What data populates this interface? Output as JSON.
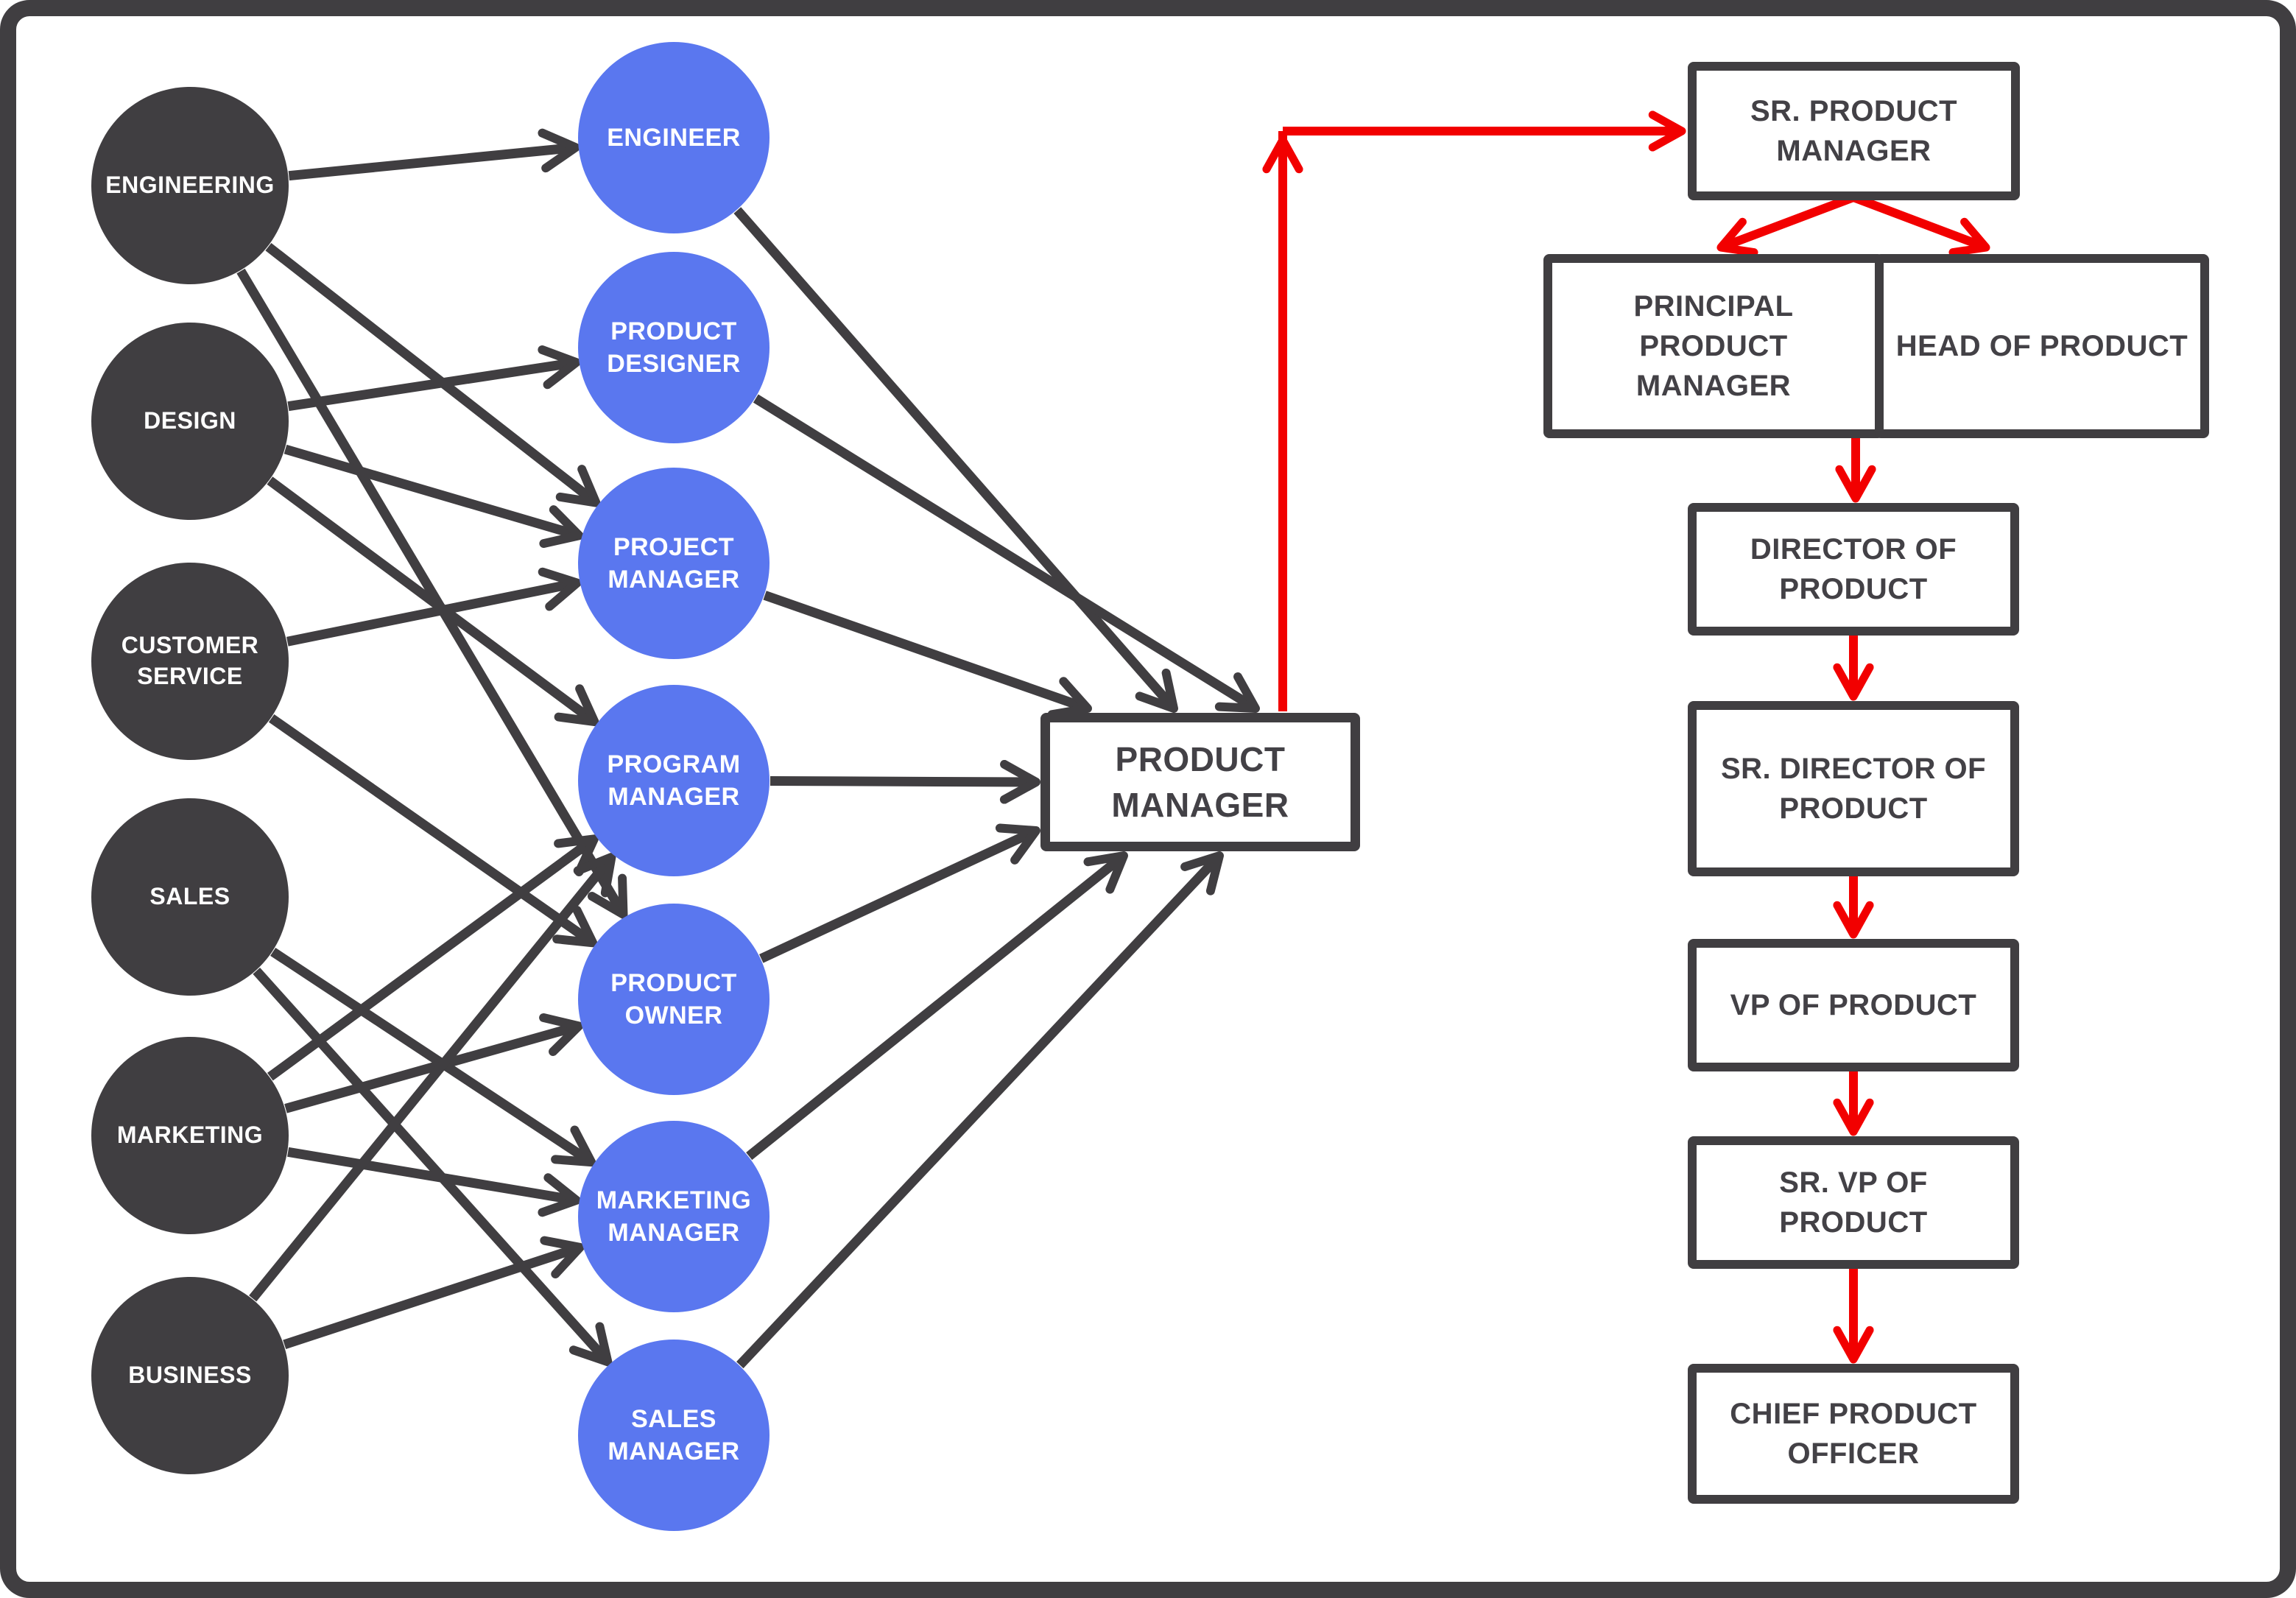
{
  "title": "Product manager career path diagram",
  "colors": {
    "dark": "#403e41",
    "blue": "#5a77ef",
    "red": "#f20000",
    "background": "#ffffff",
    "box_text": "#434146",
    "circle_text": "#ffffff"
  },
  "source_circles": [
    {
      "id": "engineering",
      "label": "ENGINEERING"
    },
    {
      "id": "design",
      "label": "DESIGN"
    },
    {
      "id": "customer_service",
      "label": "CUSTOMER SERVICE"
    },
    {
      "id": "sales",
      "label": "SALES"
    },
    {
      "id": "marketing",
      "label": "MARKETING"
    },
    {
      "id": "business",
      "label": "BUSINESS"
    }
  ],
  "role_circles": [
    {
      "id": "engineer",
      "label": "ENGINEER"
    },
    {
      "id": "product_designer",
      "label": "PRODUCT DESIGNER"
    },
    {
      "id": "project_manager",
      "label": "PROJECT MANAGER"
    },
    {
      "id": "program_manager",
      "label": "PROGRAM MANAGER"
    },
    {
      "id": "product_owner",
      "label": "PRODUCT OWNER"
    },
    {
      "id": "marketing_manager",
      "label": "MARKETING MANAGER"
    },
    {
      "id": "sales_manager",
      "label": "SALES MANAGER"
    }
  ],
  "pm_box": {
    "label": "PRODUCT MANAGER"
  },
  "promotion_boxes": [
    {
      "id": "sr_pm",
      "label": "SR. PRODUCT MANAGER"
    },
    {
      "id": "principal",
      "label": "PRINCIPAL PRODUCT MANAGER"
    },
    {
      "id": "head",
      "label": "HEAD OF PRODUCT"
    },
    {
      "id": "director",
      "label": "DIRECTOR OF PRODUCT"
    },
    {
      "id": "sr_director",
      "label": "SR. DIRECTOR OF PRODUCT"
    },
    {
      "id": "vp",
      "label": "VP OF PRODUCT"
    },
    {
      "id": "sr_vp",
      "label": "SR. VP OF PRODUCT"
    },
    {
      "id": "cpo",
      "label": "CHIEF PRODUCT OFFICER"
    }
  ],
  "source_to_role_arrows": [
    {
      "from": "engineering",
      "to": "engineer"
    },
    {
      "from": "engineering",
      "to": "project_manager"
    },
    {
      "from": "engineering",
      "to": "product_owner"
    },
    {
      "from": "design",
      "to": "product_designer"
    },
    {
      "from": "design",
      "to": "project_manager"
    },
    {
      "from": "design",
      "to": "program_manager"
    },
    {
      "from": "customer_service",
      "to": "project_manager"
    },
    {
      "from": "customer_service",
      "to": "product_owner"
    },
    {
      "from": "sales",
      "to": "marketing_manager"
    },
    {
      "from": "sales",
      "to": "sales_manager"
    },
    {
      "from": "marketing",
      "to": "program_manager"
    },
    {
      "from": "marketing",
      "to": "marketing_manager"
    },
    {
      "from": "marketing",
      "to": "product_owner"
    },
    {
      "from": "business",
      "to": "program_manager"
    },
    {
      "from": "business",
      "to": "marketing_manager"
    }
  ],
  "role_to_pm_arrows": [
    "engineer",
    "product_designer",
    "project_manager",
    "program_manager",
    "product_owner",
    "marketing_manager",
    "sales_manager"
  ],
  "promotion_path_arrows": [
    {
      "from": "product_manager_box",
      "to": "sr_pm",
      "style": "red-elbow"
    },
    {
      "from": "sr_pm",
      "to": "principal",
      "style": "red"
    },
    {
      "from": "sr_pm",
      "to": "head",
      "style": "red"
    },
    {
      "from": "principal_head_pair",
      "to": "director",
      "style": "red"
    },
    {
      "from": "director",
      "to": "sr_director",
      "style": "red"
    },
    {
      "from": "sr_director",
      "to": "vp",
      "style": "red"
    },
    {
      "from": "vp",
      "to": "sr_vp",
      "style": "red"
    },
    {
      "from": "sr_vp",
      "to": "cpo",
      "style": "red"
    }
  ]
}
